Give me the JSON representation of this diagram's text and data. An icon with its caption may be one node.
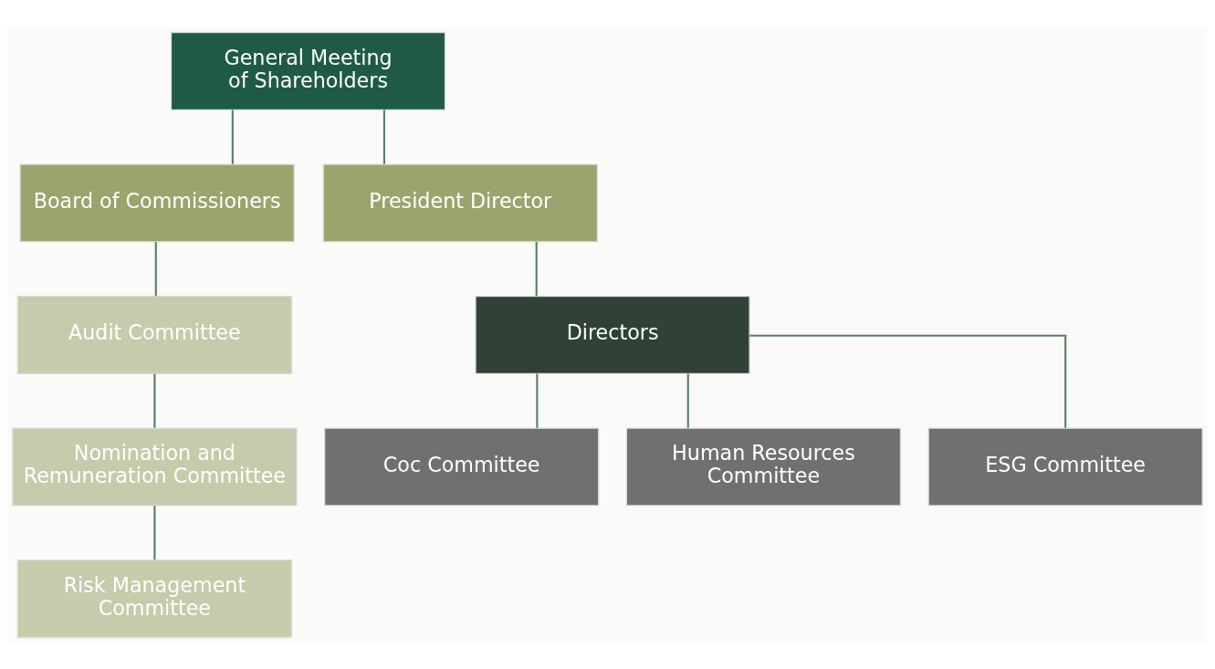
{
  "diagram": {
    "nodes": [
      {
        "text": [
          "General Meeting of Shareholders"
        ]
      },
      {
        "text": [
          "Board of Commissioners"
        ]
      },
      {
        "text": [
          "President Director"
        ]
      },
      {
        "text": [
          "Audit Committee"
        ]
      },
      {
        "text": [
          "Nomination and Remuneration Committee"
        ]
      },
      {
        "text": [
          "Risk Management Committee"
        ]
      },
      {
        "text": [
          "Directors"
        ]
      },
      {
        "text": [
          "Coc Committee"
        ]
      },
      {
        "text": [
          "Human Resources Committee"
        ]
      },
      {
        "text": [
          "ESG Committee"
        ]
      }
    ],
    "edges": [
      {
        "from": 0,
        "to": 1,
        "arrow": "none"
      },
      {
        "from": 0,
        "to": 2,
        "arrow": "none"
      },
      {
        "from": 1,
        "to": 3,
        "arrow": "none"
      },
      {
        "from": 3,
        "to": 4,
        "arrow": "none"
      },
      {
        "from": 4,
        "to": 5,
        "arrow": "none"
      },
      {
        "from": 2,
        "to": 6,
        "arrow": "none"
      },
      {
        "from": 6,
        "to": 7,
        "arrow": "none"
      },
      {
        "from": 6,
        "to": 8,
        "arrow": "none"
      },
      {
        "from": 6,
        "to": 9,
        "arrow": "none"
      }
    ]
  }
}
